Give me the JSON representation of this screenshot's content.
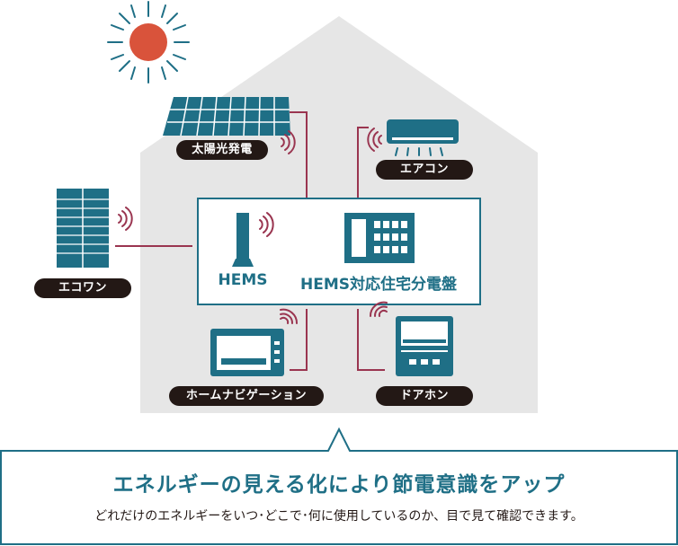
{
  "labels": {
    "solar": "太陽光発電",
    "aircon": "エアコン",
    "ecowan": "エコワン",
    "home_nav": "ホームナビゲーション",
    "door_phone": "ドアホン",
    "hems": "HEMS",
    "hems_panel": "HEMS対応住宅分電盤"
  },
  "caption": {
    "headline": "エネルギーの見える化により節電意識をアップ",
    "description": "どれだけのエネルギーをいつ･どこで･何に使用しているのか、目で見て確認できます。"
  },
  "colors": {
    "teal": "#1f6f86",
    "sun": "#d9533b",
    "line": "#9a3550",
    "house": "#e6e6e6",
    "tag": "#231815"
  }
}
